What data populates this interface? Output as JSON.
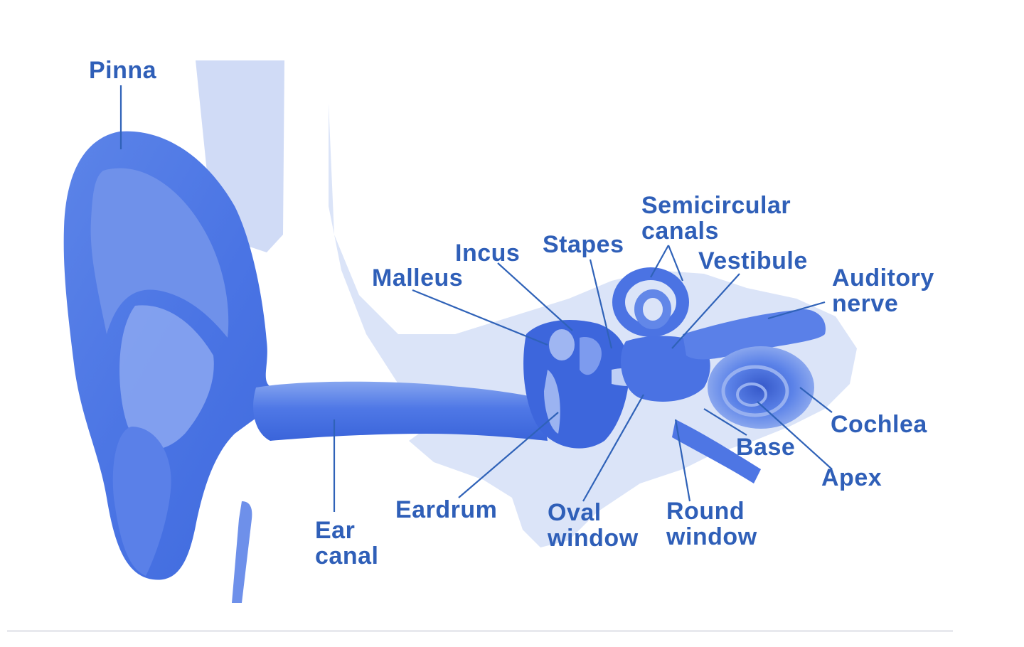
{
  "diagram": {
    "labels": {
      "pinna": "Pinna",
      "semicircular_1": "Semicircular",
      "semicircular_2": "canals",
      "incus": "Incus",
      "stapes": "Stapes",
      "vestibule": "Vestibule",
      "malleus": "Malleus",
      "auditory_1": "Auditory",
      "auditory_2": "nerve",
      "cochlea": "Cochlea",
      "base": "Base",
      "apex": "Apex",
      "ear_canal_1": "Ear",
      "ear_canal_2": "canal",
      "eardrum": "Eardrum",
      "oval_1": "Oval",
      "oval_2": "window",
      "round_1": "Round",
      "round_2": "window"
    },
    "colors": {
      "label": "#2f5fb8",
      "tissue_dark": "#3f6fe0",
      "tissue_mid": "#6e93ea",
      "tissue_light": "#c9d6f5",
      "background": "#ffffff"
    }
  }
}
